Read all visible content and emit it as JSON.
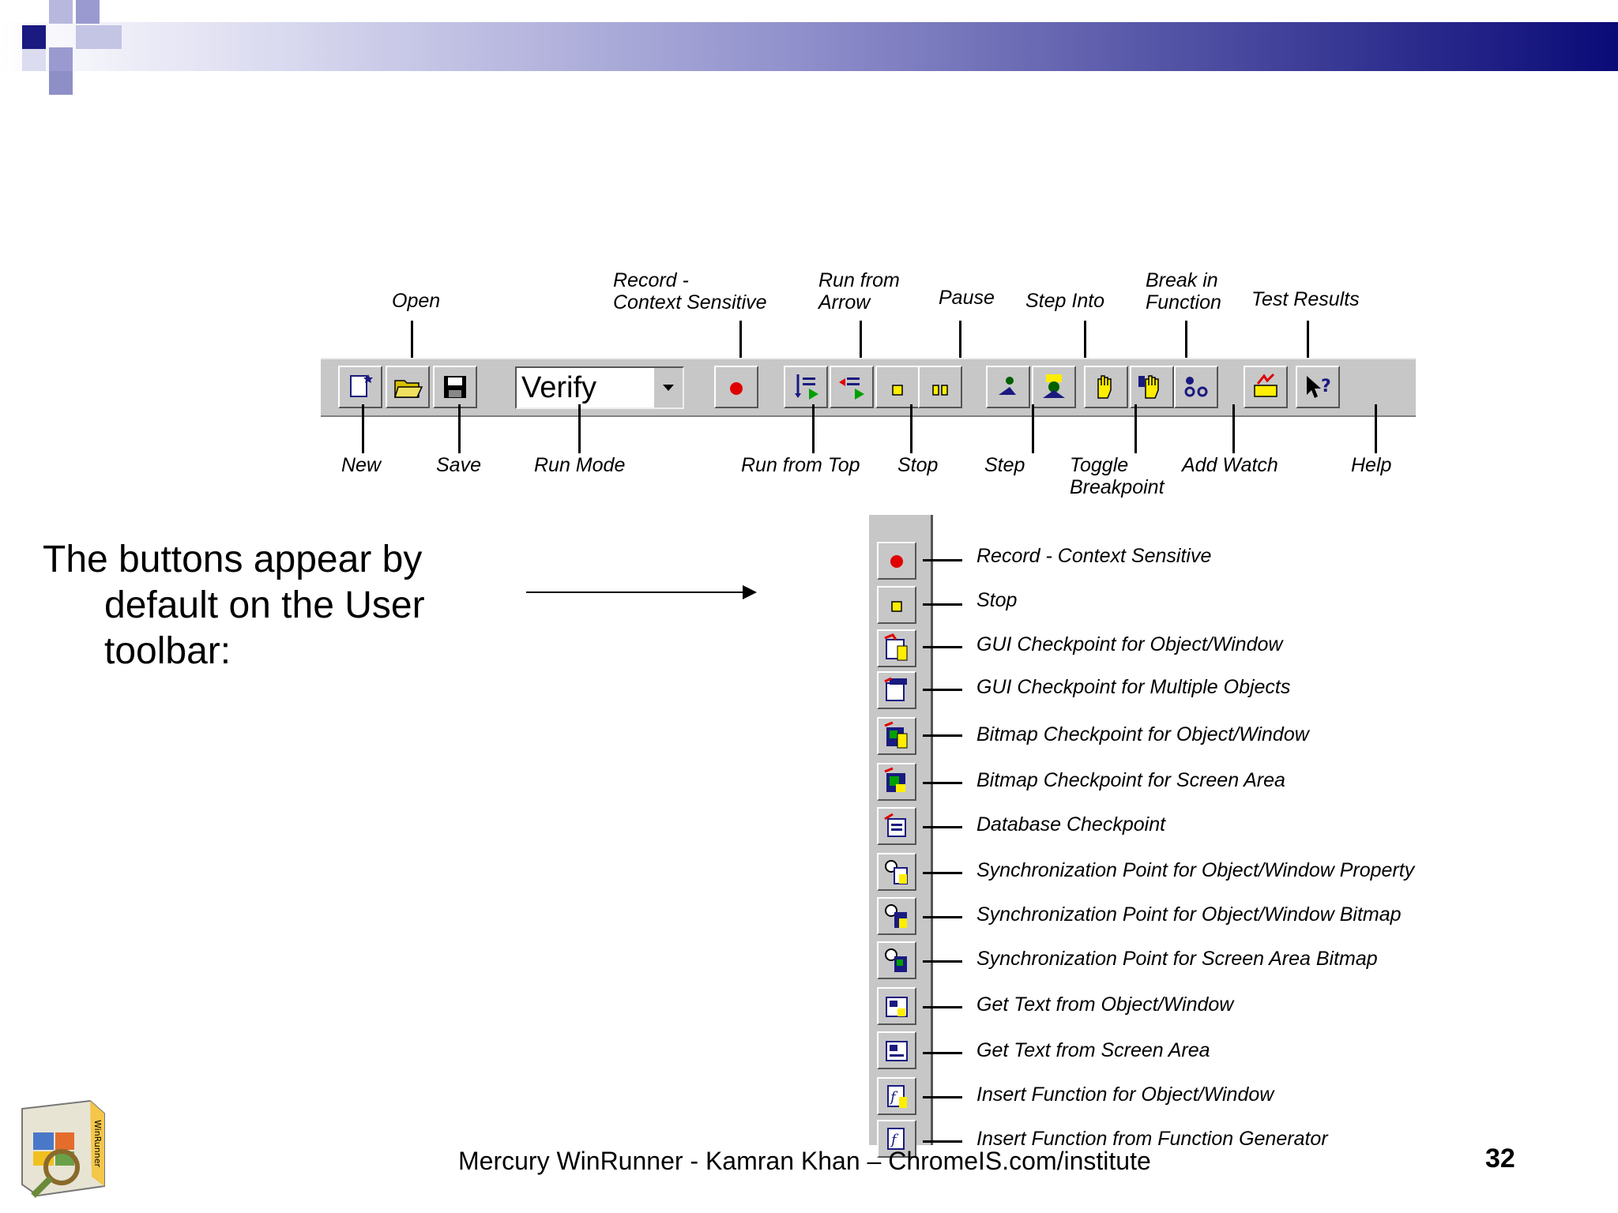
{
  "slide": {
    "main_text_line1": "The buttons appear by",
    "main_text_line2": "default on the User",
    "main_text_line3": "toolbar:",
    "footer": "Mercury WinRunner - Kamran Khan – ChromeIS.com/institute",
    "page_number": "32",
    "logo_text": "WinRunner"
  },
  "toolbar": {
    "run_mode_value": "Verify",
    "top_labels": [
      "Open",
      "Record -",
      "Context Sensitive",
      "Run from",
      "Arrow",
      "Pause",
      "Step Into",
      "Break in",
      "Function",
      "Test Results"
    ],
    "bottom_labels": [
      "New",
      "Save",
      "Run Mode",
      "Run from Top",
      "Stop",
      "Step",
      "Toggle",
      "Breakpoint",
      "Add Watch",
      "Help"
    ]
  },
  "user_toolbar": {
    "items": [
      "Record - Context Sensitive",
      "Stop",
      "GUI Checkpoint for Object/Window",
      "GUI Checkpoint for Multiple Objects",
      "Bitmap Checkpoint for Object/Window",
      "Bitmap Checkpoint for Screen Area",
      "Database Checkpoint",
      "Synchronization Point for Object/Window Property",
      "Synchronization Point for Object/Window Bitmap",
      "Synchronization Point for Screen Area Bitmap",
      "Get Text from Object/Window",
      "Get Text from Screen Area",
      "Insert Function for Object/Window",
      "Insert Function from Function Generator"
    ]
  },
  "colors": {
    "header_dark": "#0a0a78",
    "toolbar_gray": "#c7c7c7",
    "record_red": "#e00000",
    "stop_yellow": "#ffee00"
  }
}
